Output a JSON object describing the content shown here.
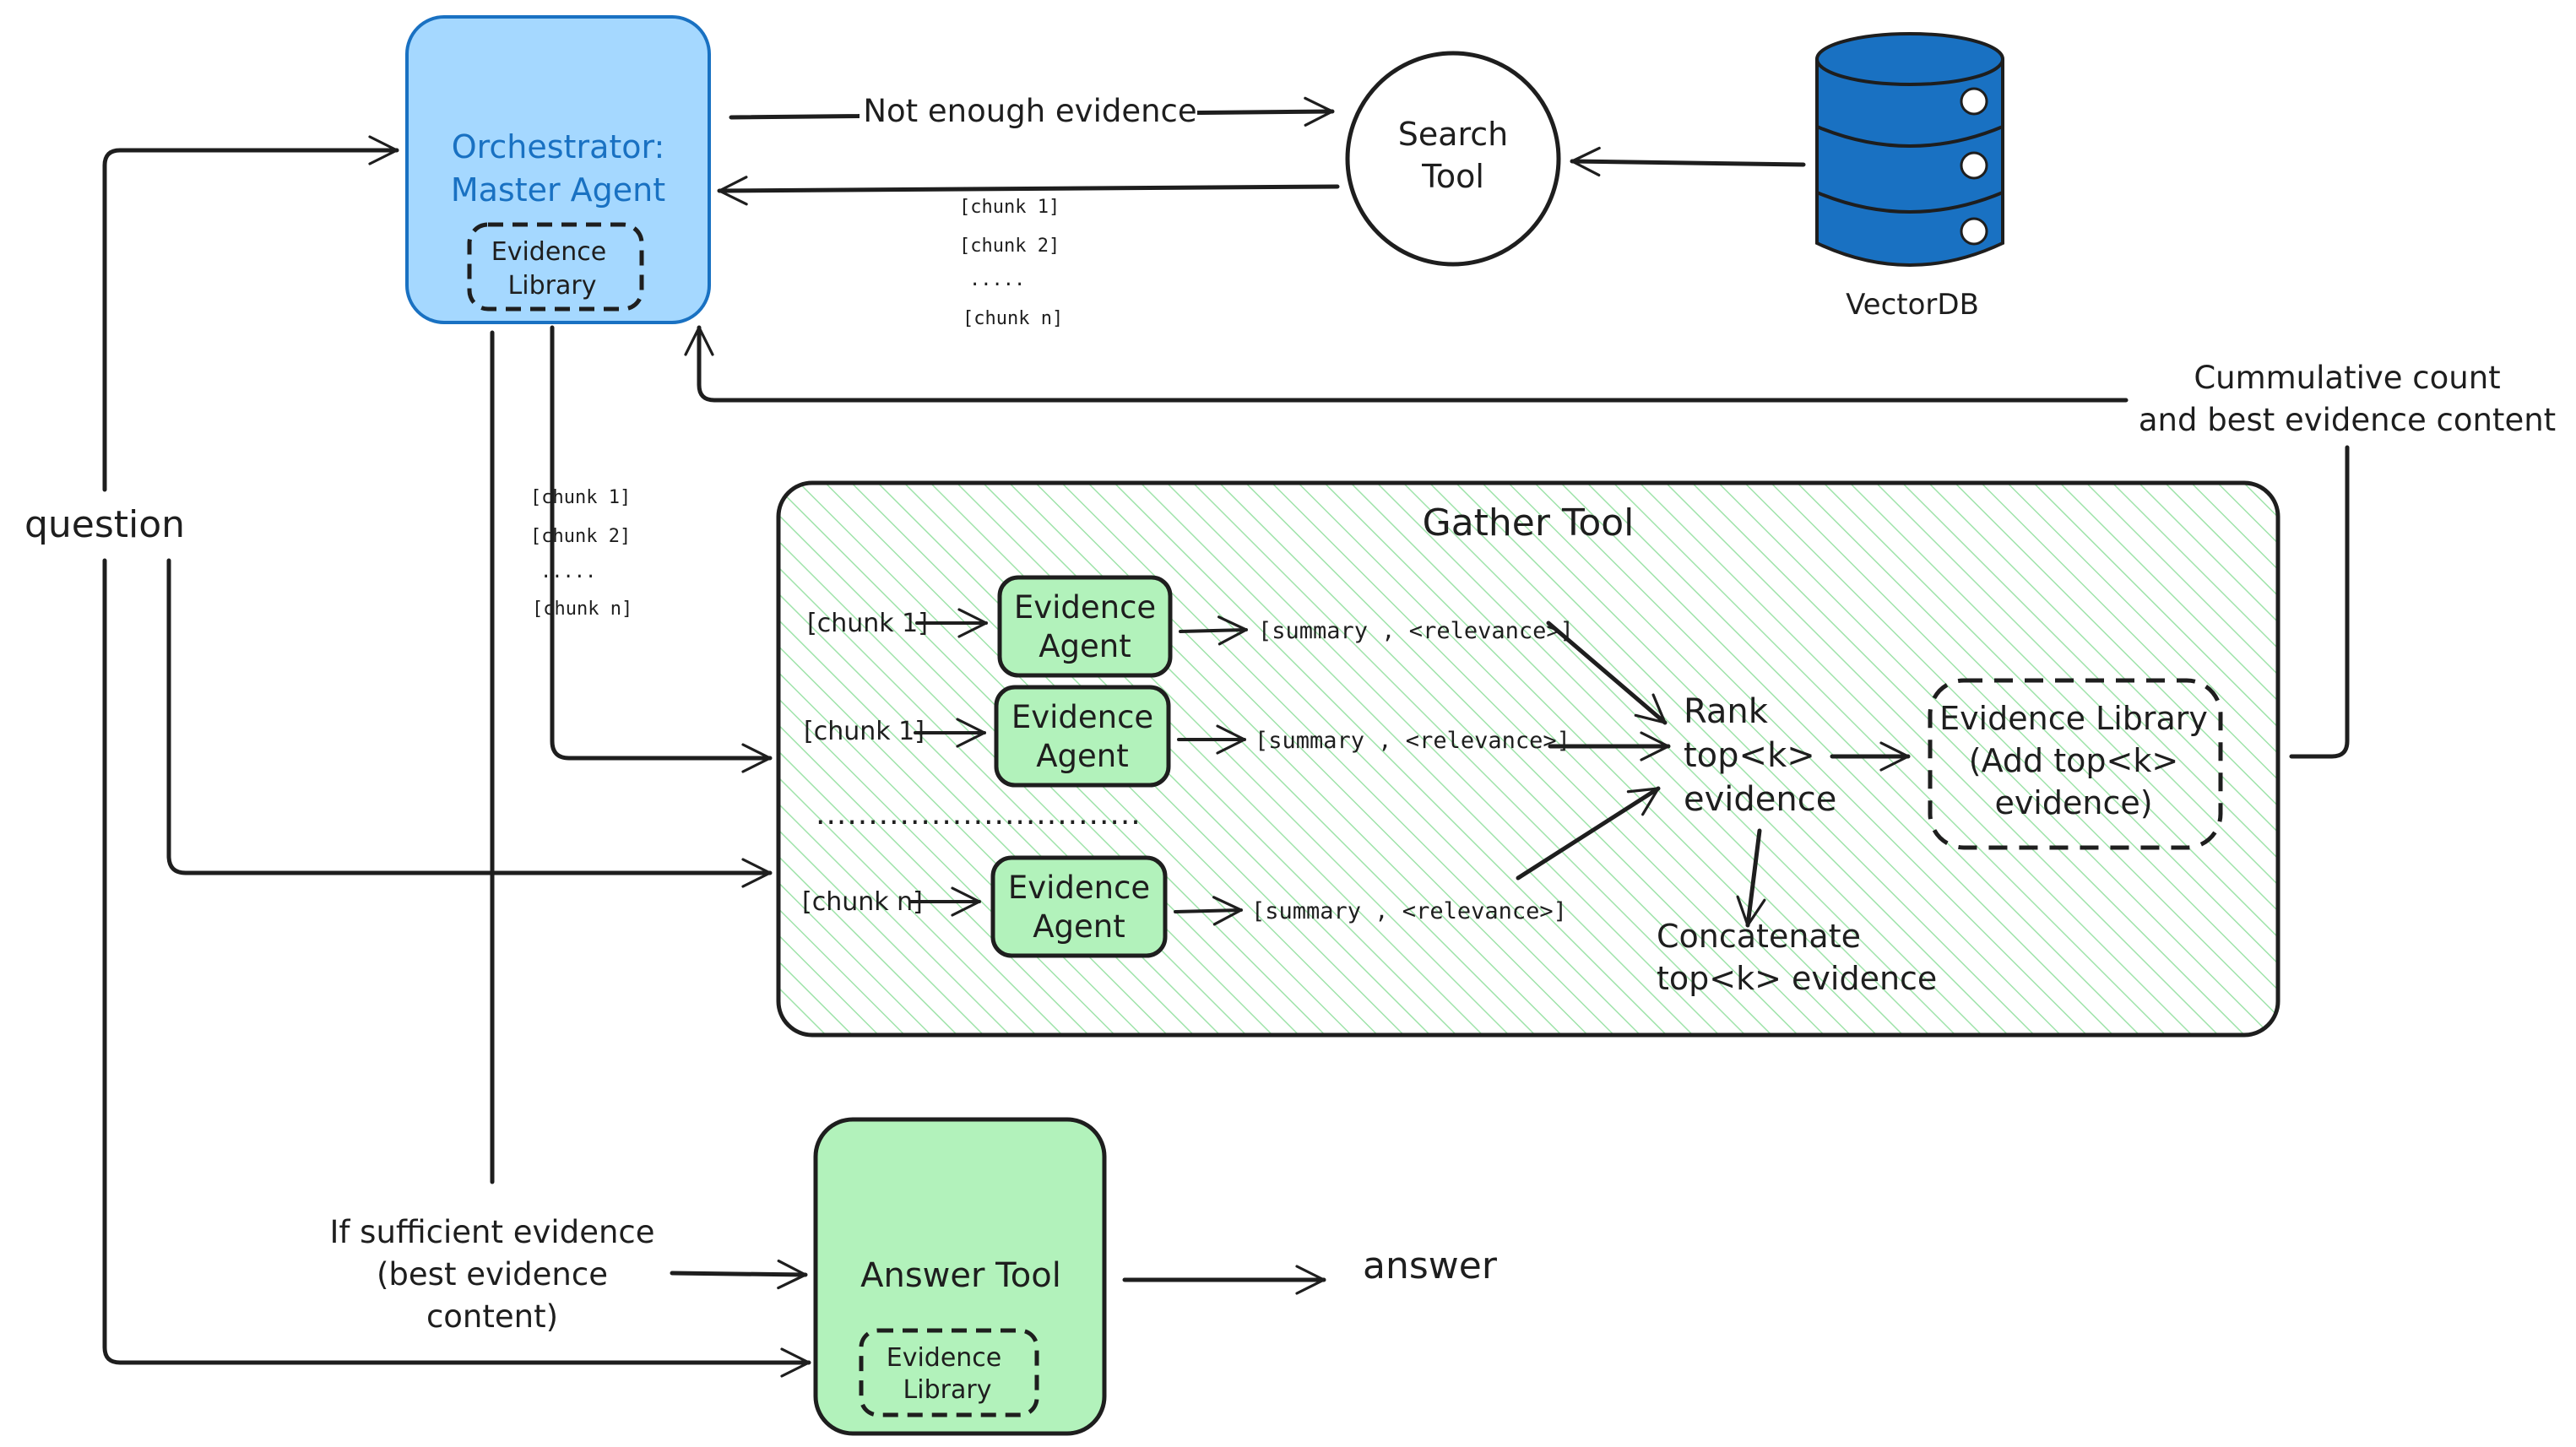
{
  "colors": {
    "orchestrator_fill": "#a5d8ff",
    "orchestrator_stroke": "#1971c2",
    "orchestrator_text": "#1971c2",
    "gather_fill": "#b2f2bb",
    "answer_fill": "#b2f2bb",
    "vectordb_fill": "#1971c2",
    "stroke": "#1e1e1e"
  },
  "orchestrator": {
    "title_line1": "Orchestrator:",
    "title_line2": "Master Agent",
    "library_line1": "Evidence",
    "library_line2": "Library"
  },
  "search": {
    "label_line1": "Search",
    "label_line2": "Tool",
    "not_enough": "Not enough evidence",
    "chunks": [
      "[chunk 1]",
      "[chunk 2]",
      ".....",
      "[chunk n]"
    ]
  },
  "vectordb": {
    "label": "VectorDB",
    "icon": "database-icon"
  },
  "feedback": {
    "line1": "Cummulative count",
    "line2": "and best evidence content"
  },
  "question": {
    "label": "question"
  },
  "orchestrator_chunks": [
    "[chunk 1]",
    "[chunk 2]",
    ".....",
    "[chunk n]"
  ],
  "gather": {
    "title": "Gather Tool",
    "rows": [
      {
        "chunk": "[chunk 1]",
        "agent_line1": "Evidence",
        "agent_line2": "Agent",
        "output": "[summary , <relevance>]"
      },
      {
        "chunk": "[chunk 1]",
        "agent_line1": "Evidence",
        "agent_line2": "Agent",
        "output": "[summary , <relevance>]"
      },
      {
        "chunk": "[chunk n]",
        "agent_line1": "Evidence",
        "agent_line2": "Agent",
        "output": "[summary , <relevance>]"
      }
    ],
    "ellipsis": "...............................",
    "rank_line1": "Rank",
    "rank_line2": "top<k>",
    "rank_line3": "evidence",
    "concat_line1": "Concatenate",
    "concat_line2": "top<k> evidence",
    "library_line1": "Evidence Library",
    "library_line2": "(Add top<k>",
    "library_line3": "evidence)"
  },
  "sufficient": {
    "line1": "If sufficient evidence",
    "line2": "(best evidence",
    "line3": "content)"
  },
  "answer_tool": {
    "title": "Answer Tool",
    "library_line1": "Evidence",
    "library_line2": "Library"
  },
  "answer": {
    "label": "answer"
  }
}
